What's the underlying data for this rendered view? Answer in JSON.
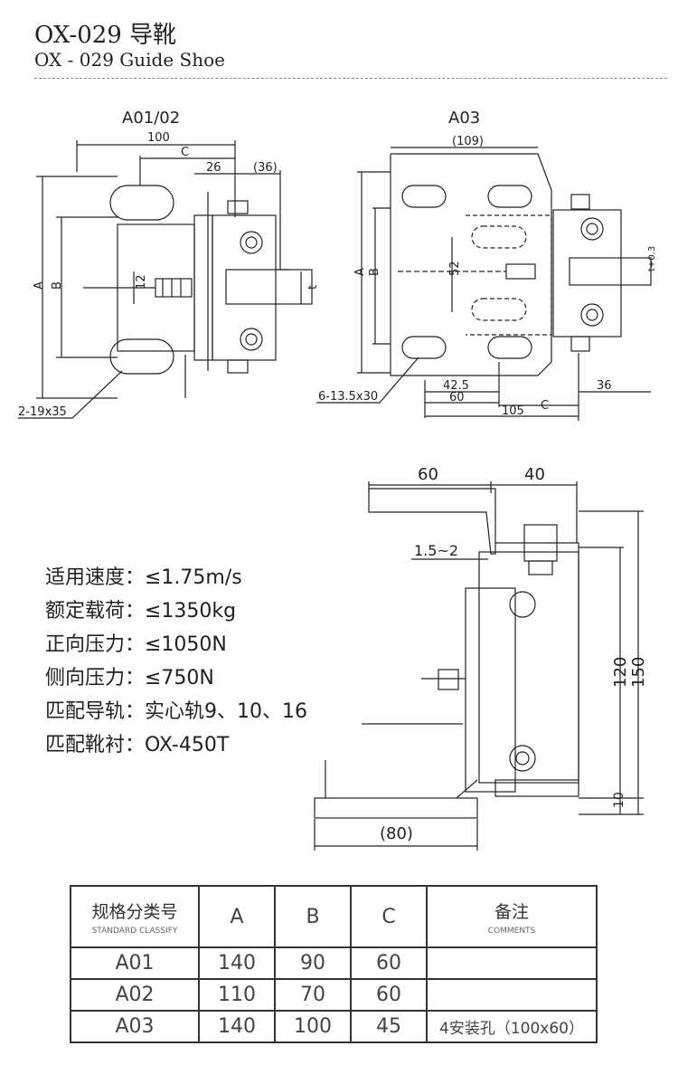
{
  "header": {
    "title_cn": "OX-029 导靴",
    "title_en": "OX - 029 Guide Shoe"
  },
  "views": {
    "a0102": {
      "label": "A01/02",
      "dims": [
        "100",
        "C",
        "26",
        "(36)",
        "A",
        "B",
        "12",
        "t",
        "2-19x35"
      ]
    },
    "a03": {
      "label": "A03",
      "dims": [
        "(109)",
        "A",
        "B",
        "52",
        "t+0.3",
        "6-13.5x30",
        "42.5",
        "60",
        "105",
        "C",
        "36"
      ]
    },
    "side": {
      "dims": [
        "60",
        "40",
        "1.5~2",
        "120",
        "150",
        "10",
        "(80)"
      ]
    }
  },
  "specs": [
    "适用速度：≤1.75m/s",
    "额定载荷：≤1350kg",
    "正向压力：≤1050N",
    "侧向压力：≤750N",
    "匹配导轨：实心轨9、10、16",
    "匹配靴衬：OX-450T"
  ],
  "table": {
    "headers": [
      {
        "main": "规格分类号",
        "sub": "STANDARD CLASSIFY"
      },
      {
        "main": "A",
        "sub": ""
      },
      {
        "main": "B",
        "sub": ""
      },
      {
        "main": "C",
        "sub": ""
      },
      {
        "main": "备注",
        "sub": "COMMENTS"
      }
    ],
    "rows": [
      [
        "A01",
        "140",
        "90",
        "60",
        ""
      ],
      [
        "A02",
        "110",
        "70",
        "60",
        ""
      ],
      [
        "A03",
        "140",
        "100",
        "45",
        "4安装孔（100x60）"
      ]
    ]
  }
}
